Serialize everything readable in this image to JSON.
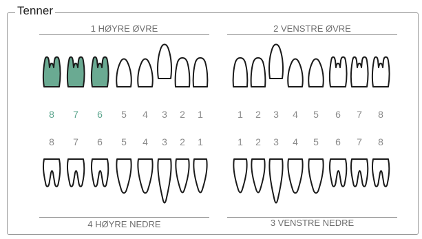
{
  "group": {
    "title": "Tenner"
  },
  "quadrants": {
    "upper_right": {
      "label": "1 HØYRE ØVRE"
    },
    "upper_left": {
      "label": "2 VENSTRE ØVRE"
    },
    "lower_right": {
      "label": "4 HØYRE NEDRE"
    },
    "lower_left": {
      "label": "3 VENSTRE NEDRE"
    }
  },
  "upper_numbers_right": [
    "8",
    "7",
    "6",
    "5",
    "4",
    "3",
    "2",
    "1"
  ],
  "upper_numbers_left": [
    "1",
    "2",
    "3",
    "4",
    "5",
    "6",
    "7",
    "8"
  ],
  "lower_numbers_right": [
    "8",
    "7",
    "6",
    "5",
    "4",
    "3",
    "2",
    "1"
  ],
  "lower_numbers_left": [
    "1",
    "2",
    "3",
    "4",
    "5",
    "6",
    "7",
    "8"
  ],
  "selected_teeth": [
    "18",
    "17",
    "16"
  ],
  "colors": {
    "selected": "#6aaa92",
    "selected_number": "#5aa48c",
    "label": "#6e6e6e"
  }
}
